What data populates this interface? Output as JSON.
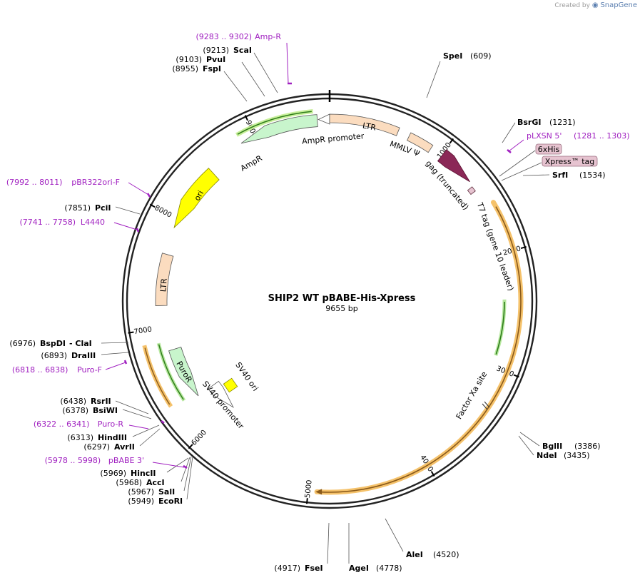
{
  "watermark": {
    "prefix": "Created by",
    "brand": "SnapGene"
  },
  "plasmid": {
    "name": "SHIP2 WT pBABE-His-Xpress",
    "size_label": "9655 bp",
    "length": 9655
  },
  "ticks": [
    "1000",
    "2000",
    "3000",
    "4000",
    "5000",
    "6000",
    "7000",
    "8000",
    "9000"
  ],
  "sites": [
    {
      "pos": "(609)",
      "name": "SpeI"
    },
    {
      "pos": "(1231)",
      "name": "BsrGI"
    },
    {
      "pos": "(1534)",
      "name": "SrfI"
    },
    {
      "pos": "(3386)",
      "name": "BglII"
    },
    {
      "pos": "(3435)",
      "name": "NdeI"
    },
    {
      "pos": "(4520)",
      "name": "AleI"
    },
    {
      "pos": "(4778)",
      "name": "AgeI"
    },
    {
      "pos": "(4917)",
      "name": "FseI"
    },
    {
      "pos": "(5949)",
      "name": "EcoRI"
    },
    {
      "pos": "(5967)",
      "name": "SalI"
    },
    {
      "pos": "(5968)",
      "name": "AccI"
    },
    {
      "pos": "(5969)",
      "name": "HincII"
    },
    {
      "pos": "(6297)",
      "name": "AvrII"
    },
    {
      "pos": "(6313)",
      "name": "HindIII"
    },
    {
      "pos": "(6378)",
      "name": "BsiWI"
    },
    {
      "pos": "(6438)",
      "name": "RsrII"
    },
    {
      "pos": "(6893)",
      "name": "DraIII"
    },
    {
      "pos": "(6976)",
      "name": "BspDI",
      "suffix": "- ClaI"
    },
    {
      "pos": "(7851)",
      "name": "PciI"
    },
    {
      "pos": "(8955)",
      "name": "FspI"
    },
    {
      "pos": "(9103)",
      "name": "PvuI"
    },
    {
      "pos": "(9213)",
      "name": "ScaI"
    }
  ],
  "primers": [
    {
      "range": "(9283 .. 9302)",
      "name": "Amp-R"
    },
    {
      "range": "(1281 .. 1303)",
      "name": "pLXSN 5'"
    },
    {
      "range": "(7992 .. 8011)",
      "name": "pBR322ori-F"
    },
    {
      "range": "(7741 .. 7758)",
      "name": "L4440"
    },
    {
      "range": "(6818 .. 6838)",
      "name": "Puro-F"
    },
    {
      "range": "(6322 .. 6341)",
      "name": "Puro-R"
    },
    {
      "range": "(5978 .. 5998)",
      "name": "pBABE 3'"
    }
  ],
  "tags": [
    "6xHis",
    "Xpress™ tag"
  ],
  "features": {
    "ltr_top": "LTR",
    "mmlv": "MMLV Ψ",
    "gag": "gag (truncated)",
    "t7": "T7 tag (gene 10 leader)",
    "ampr_promoter": "AmpR promoter",
    "ampr": "AmpR",
    "ori": "ori",
    "ltr_left": "LTR",
    "puror": "PuroR",
    "sv40_promoter": "SV40 promoter",
    "sv40_ori": "SV40 ori",
    "factor_xa": "Factor Xa site"
  },
  "colors": {
    "backbone": "#222222",
    "insert_highlight": "#f5c26b",
    "insert_arrow": "#8a5a1a",
    "promoter_fill": "#ffffff",
    "ltr_fill": "#fbdcbf",
    "gag_fill": "#8b2857",
    "ampr_fill": "#c8f5cc",
    "ori_fill": "#ffff00",
    "orf_green": "#2e7d1a",
    "tag_fill": "#e6c3d0",
    "primer_color": "#a020c0"
  }
}
